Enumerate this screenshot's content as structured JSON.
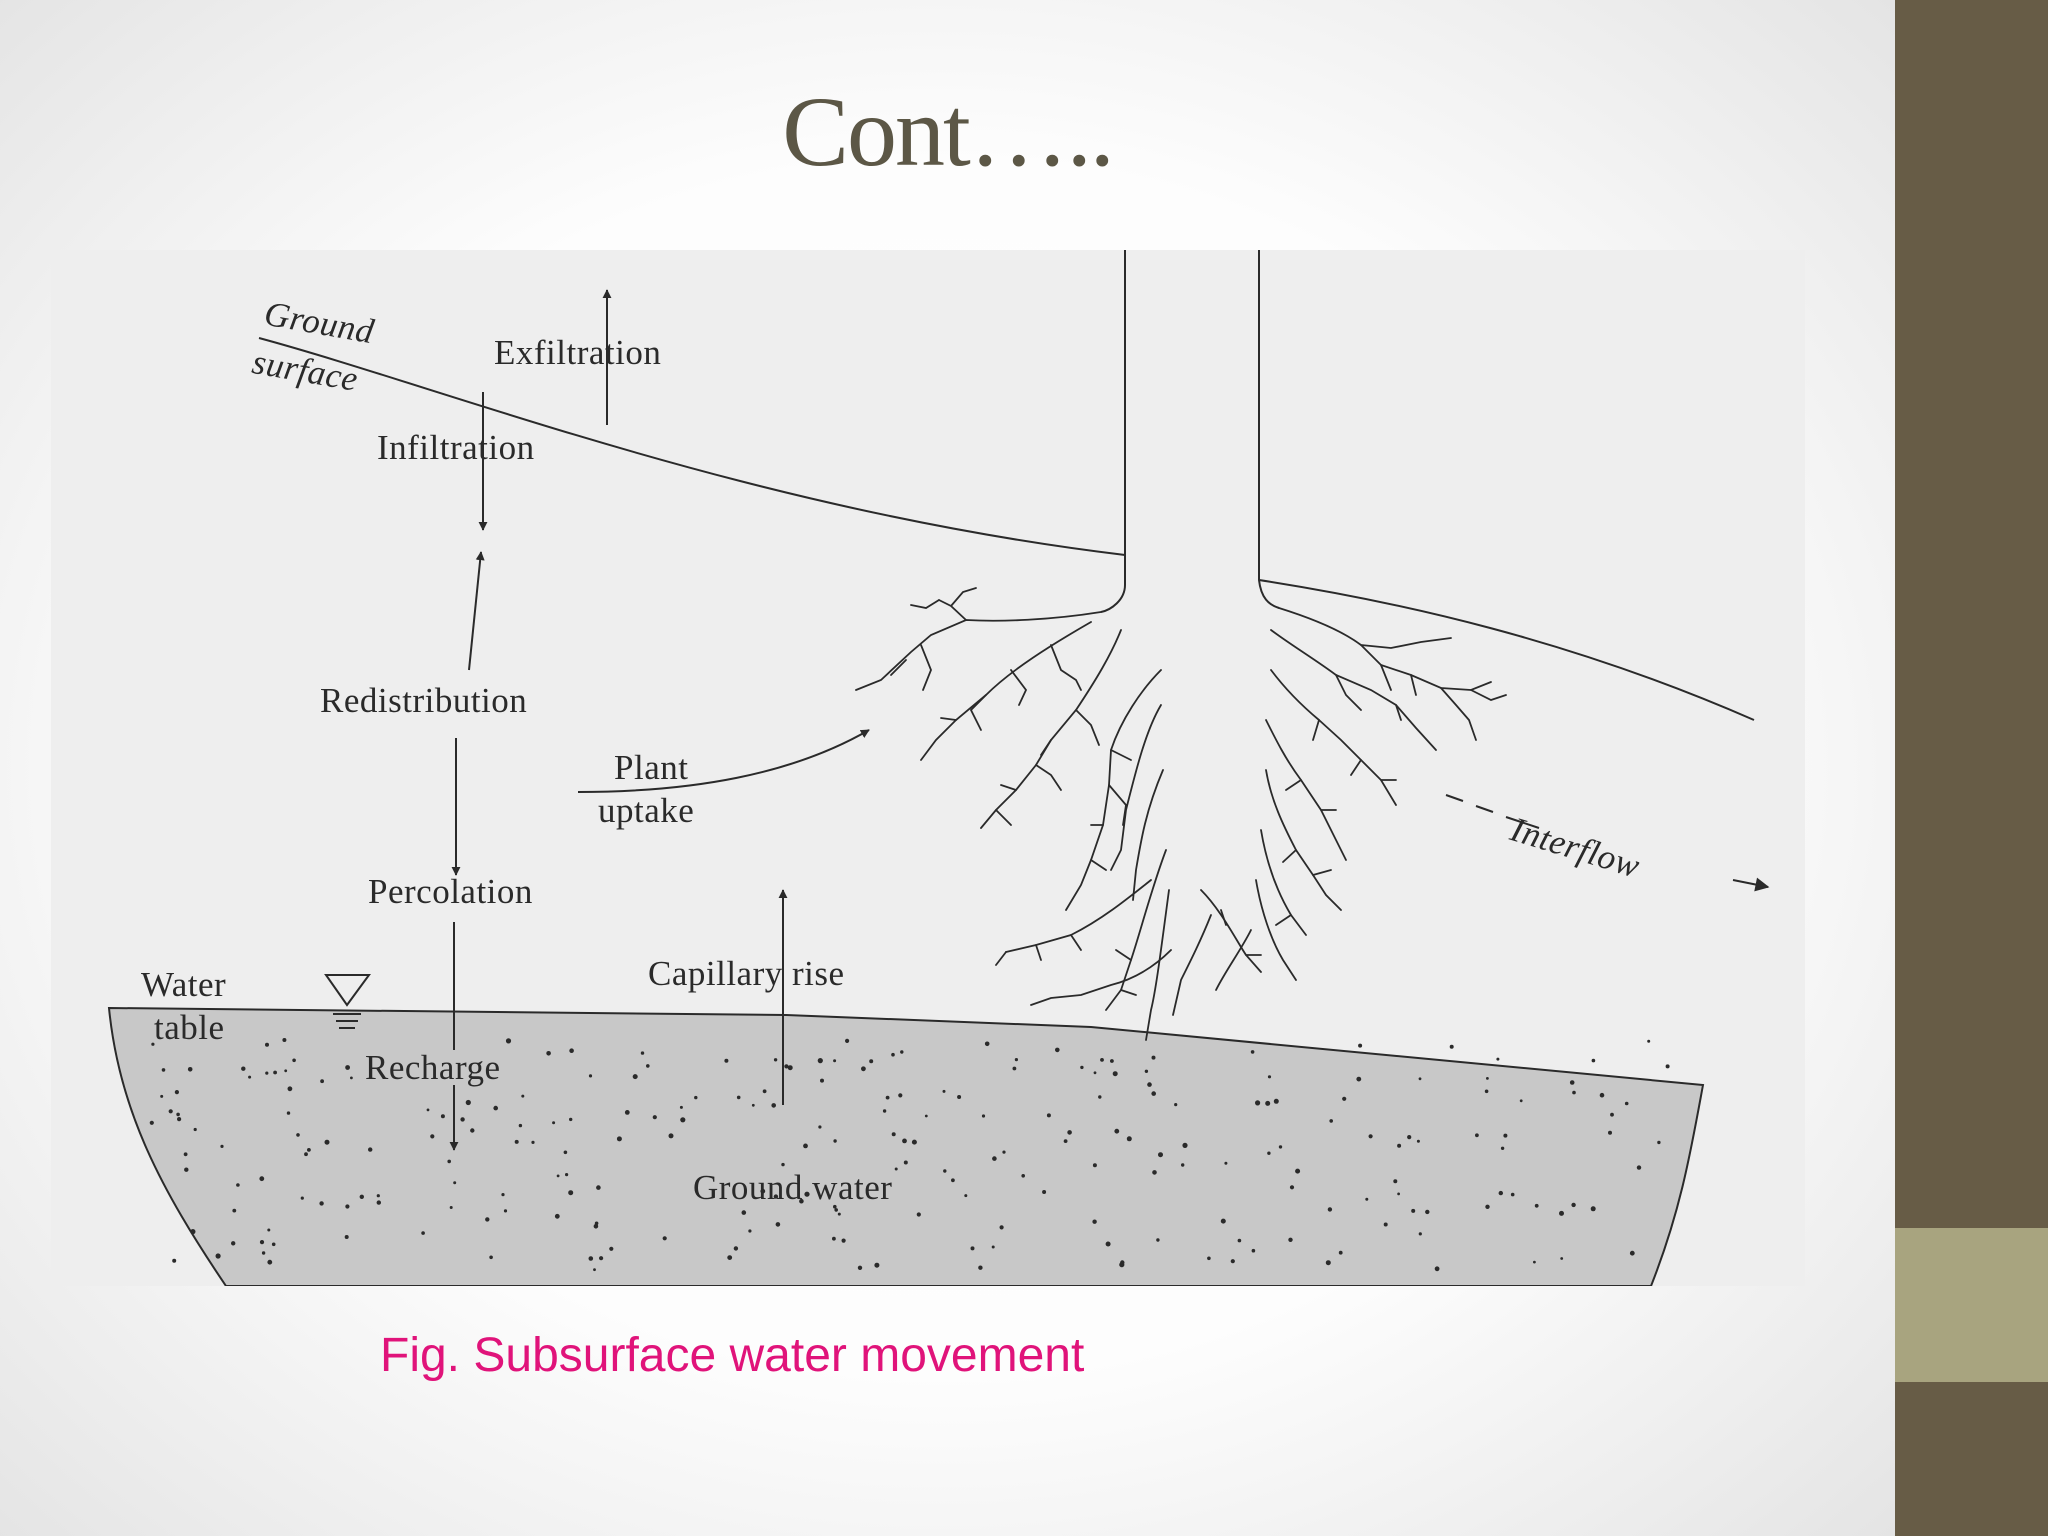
{
  "slide": {
    "title": "Cont…..",
    "caption": "Fig. Subsurface water movement"
  },
  "diagram": {
    "labels": {
      "ground_surface_line1": "Ground",
      "ground_surface_line2": "surface",
      "exfiltration": "Exfiltration",
      "infiltration": "Infiltration",
      "redistribution": "Redistribution",
      "plant_uptake_line1": "Plant",
      "plant_uptake_line2": "uptake",
      "percolation": "Percolation",
      "interflow": "Interflow",
      "capillary_rise": "Capillary rise",
      "water_table_line1": "Water",
      "water_table_line2": "table",
      "recharge": "Recharge",
      "ground_water": "Ground water"
    }
  },
  "colors": {
    "title": "#5c5746",
    "caption": "#e0137a",
    "sidebar_dark": "#675c46",
    "sidebar_light": "#a8a47f",
    "diagram_background": "#eeeeee",
    "groundwater_fill": "#c8c8c8",
    "line": "#2a2a2a"
  },
  "icons": [
    "water-table-symbol-icon"
  ]
}
